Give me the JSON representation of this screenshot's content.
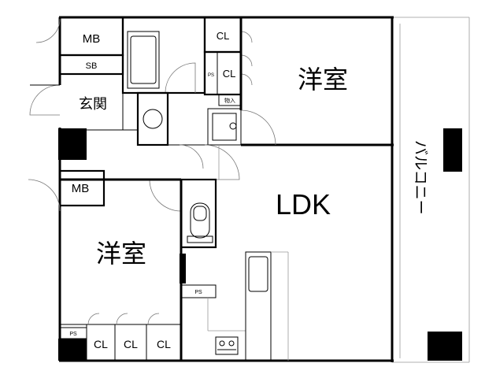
{
  "rooms": {
    "western_room_top": "洋室",
    "western_room_bottom": "洋室",
    "ldk": "LDK",
    "entrance": "玄関",
    "balcony": "バルコニー"
  },
  "storage": {
    "mb_top": "MB",
    "sb": "SB",
    "mb_left": "MB",
    "cl_top_1": "CL",
    "cl_top_2": "CL",
    "cl_bottom_1": "CL",
    "cl_bottom_2": "CL",
    "cl_bottom_3": "CL",
    "ps_top": "PS",
    "ps_mid": "PS",
    "ps_bottom": "PS",
    "monoire": "物入"
  }
}
